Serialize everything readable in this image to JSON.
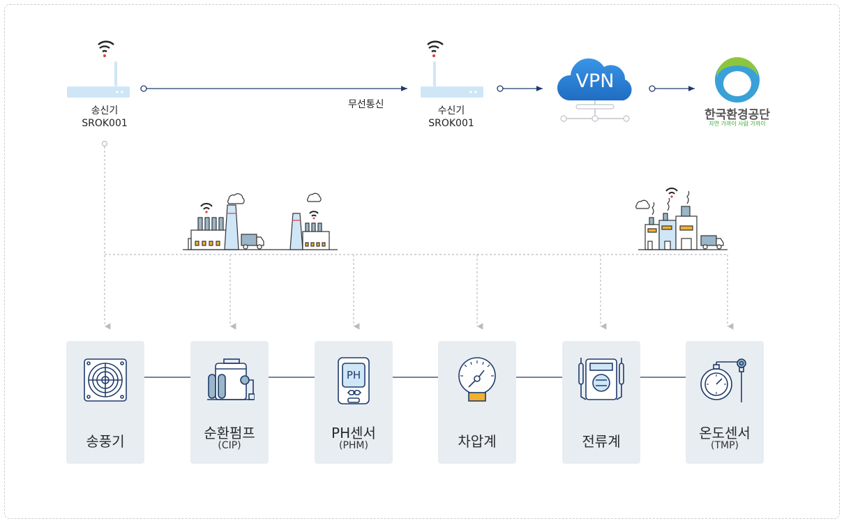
{
  "diagram": {
    "transmitter": {
      "name": "송신기",
      "id": "SROK001"
    },
    "receiver": {
      "name": "수신기",
      "id": "SROK001"
    },
    "link_label": "무선통신",
    "vpn_label": "VPN",
    "organization": {
      "name": "한국환경공단",
      "slogan": "자연 가까이 사람 가까이"
    },
    "devices": [
      {
        "name": "송풍기",
        "sub": ""
      },
      {
        "name": "순환펌프",
        "sub": "(CIP)"
      },
      {
        "name": "PH센서",
        "sub": "(PHM)"
      },
      {
        "name": "차압계",
        "sub": ""
      },
      {
        "name": "전류계",
        "sub": ""
      },
      {
        "name": "온도센서",
        "sub": "(TMP)"
      }
    ],
    "ph_icon_text": "PH",
    "colors": {
      "line": "#1f3b6b",
      "dashed": "#b8bcc2",
      "card": "#e8edf2",
      "router": "#cfe6f7",
      "vpn": "#2b7fd4",
      "slogan": "#3aa935"
    }
  }
}
